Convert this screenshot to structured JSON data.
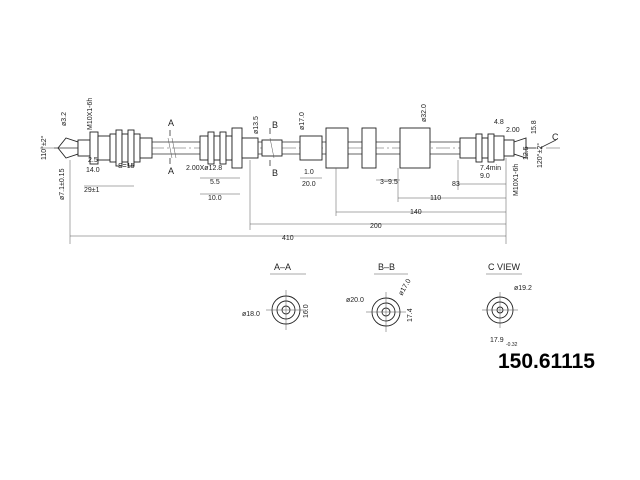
{
  "part_number": "150.61115",
  "sections": {
    "aa_title": "A–A",
    "bb_title": "B–B",
    "c_title": "C VIEW",
    "aa_dia": "ø18.0",
    "aa_width": "16.0",
    "bb_dia1": "ø20.0",
    "bb_dia2": "ø17.0",
    "bb_width": "17.4",
    "c_dia": "ø19.2",
    "c_width": "17.9",
    "c_tol": "-0.32"
  },
  "cut_labels": {
    "a": "A",
    "b": "B",
    "c": "C"
  },
  "dims": {
    "left_angle": "110°±2°",
    "left_dia": "ø3.2",
    "left_thread": "M10X1-6h",
    "left_tube": "ø7.1±0.15",
    "d_2_5": "2.5",
    "d_14": "14.0",
    "d_s15": "S=15",
    "d_29": "29±1",
    "d_13_5": "ø13.5",
    "d_hose": "2.00Xø12.8",
    "d_5_5": "5.5",
    "d_10": "10.0",
    "d_17": "ø17.0",
    "d_1_0": "1.0",
    "d_20": "20.0",
    "d_32": "ø32.0",
    "d_3_9_5": "3~9.5",
    "d_83": "83",
    "d_110": "110",
    "d_140": "140",
    "d_200": "200",
    "d_410": "410",
    "d_4_8": "4.8",
    "d_2_00": "2.00",
    "d_7_4": "7.4min",
    "d_9_0": "9.0",
    "d_12_5": "12.5",
    "d_15_8": "15.8",
    "d_right_thread": "M10X1-6h",
    "d_right_angle": "120°±2°"
  }
}
